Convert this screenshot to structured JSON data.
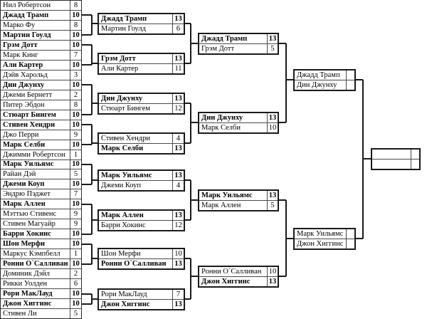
{
  "colors": {
    "line": "#1a1a1a",
    "grid": "#4a4a4a",
    "background": "#ffffff",
    "text": "#000000"
  },
  "bracket": {
    "round1": [
      {
        "name": "Нил Робертсон",
        "score": "8",
        "winner": false
      },
      {
        "name": "Джадд Трамп",
        "score": "10",
        "winner": true
      },
      {
        "name": "Марко Фу",
        "score": "8",
        "winner": false
      },
      {
        "name": "Мартин Гоулд",
        "score": "10",
        "winner": true
      },
      {
        "name": "Грэм Дотт",
        "score": "10",
        "winner": true
      },
      {
        "name": "Марк Кинг",
        "score": "7",
        "winner": false
      },
      {
        "name": "Али Картер",
        "score": "10",
        "winner": true
      },
      {
        "name": "Дэйв Харольд",
        "score": "3",
        "winner": false
      },
      {
        "name": "Дин Джунху",
        "score": "10",
        "winner": true
      },
      {
        "name": "Джеми Бернетт",
        "score": "2",
        "winner": false
      },
      {
        "name": "Питер Эбдон",
        "score": "8",
        "winner": false
      },
      {
        "name": "Стюарт Бингем",
        "score": "10",
        "winner": true
      },
      {
        "name": "Стивен Хендри",
        "score": "10",
        "winner": true
      },
      {
        "name": "Джо Перри",
        "score": "9",
        "winner": false
      },
      {
        "name": "Марк Селби",
        "score": "10",
        "winner": true
      },
      {
        "name": "Джимми Робертсон",
        "score": "1",
        "winner": false
      },
      {
        "name": "Марк Уильямс",
        "score": "10",
        "winner": true
      },
      {
        "name": "Райан Дэй",
        "score": "5",
        "winner": false
      },
      {
        "name": "Джеми Коуп",
        "score": "10",
        "winner": true
      },
      {
        "name": "Эндрю Пэджет",
        "score": "7",
        "winner": false
      },
      {
        "name": "Марк Аллен",
        "score": "10",
        "winner": true
      },
      {
        "name": "Мэттью Стивенс",
        "score": "9",
        "winner": false
      },
      {
        "name": "Стивен Магуайр",
        "score": "9",
        "winner": false
      },
      {
        "name": "Барри Хокинс",
        "score": "10",
        "winner": true
      },
      {
        "name": "Шон Мерфи",
        "score": "10",
        "winner": true
      },
      {
        "name": "Маркус Кэмпбелл",
        "score": "1",
        "winner": false
      },
      {
        "name": "Ронни О`Салливан",
        "score": "10",
        "winner": true
      },
      {
        "name": "Доминик Дэйл",
        "score": "2",
        "winner": false
      },
      {
        "name": "Рикки Уолден",
        "score": "6",
        "winner": false
      },
      {
        "name": "Рори МакЛауд",
        "score": "10",
        "winner": true
      },
      {
        "name": "Джон Хиггинс",
        "score": "10",
        "winner": true
      },
      {
        "name": "Стивен Ли",
        "score": "5",
        "winner": false
      }
    ],
    "round2": [
      [
        {
          "name": "Джадд Трамп",
          "score": "13",
          "winner": true
        },
        {
          "name": "Мартин Гоулд",
          "score": "6",
          "winner": false
        }
      ],
      [
        {
          "name": "Грэм Дотт",
          "score": "13",
          "winner": true
        },
        {
          "name": "Али Картер",
          "score": "11",
          "winner": false
        }
      ],
      [
        {
          "name": "Дин Джунху",
          "score": "13",
          "winner": true
        },
        {
          "name": "Стюарт Бингем",
          "score": "12",
          "winner": false
        }
      ],
      [
        {
          "name": "Стивен Хендри",
          "score": "4",
          "winner": false
        },
        {
          "name": "Марк Селби",
          "score": "13",
          "winner": true
        }
      ],
      [
        {
          "name": "Марк Уильямс",
          "score": "13",
          "winner": true
        },
        {
          "name": "Джеми Коуп",
          "score": "4",
          "winner": false
        }
      ],
      [
        {
          "name": "Марк Аллен",
          "score": "13",
          "winner": true
        },
        {
          "name": "Барри Хокинс",
          "score": "12",
          "winner": false
        }
      ],
      [
        {
          "name": "Шон Мерфи",
          "score": "10",
          "winner": false
        },
        {
          "name": "Ронни О`Салливан",
          "score": "13",
          "winner": true
        }
      ],
      [
        {
          "name": "Рори МакЛауд",
          "score": "7",
          "winner": false
        },
        {
          "name": "Джон Хиггинс",
          "score": "13",
          "winner": true
        }
      ]
    ],
    "quarterfinals": [
      [
        {
          "name": "Джадд Трамп",
          "score": "13",
          "winner": true
        },
        {
          "name": "Грэм Дотт",
          "score": "5",
          "winner": false
        }
      ],
      [
        {
          "name": "Дин Джунху",
          "score": "13",
          "winner": true
        },
        {
          "name": "Марк Селби",
          "score": "10",
          "winner": false
        }
      ],
      [
        {
          "name": "Марк Уильямс",
          "score": "13",
          "winner": true
        },
        {
          "name": "Марк Аллен",
          "score": "5",
          "winner": false
        }
      ],
      [
        {
          "name": "Ронни О`Салливан",
          "score": "10",
          "winner": false
        },
        {
          "name": "Джон Хиггинс",
          "score": "13",
          "winner": true
        }
      ]
    ],
    "semifinals": [
      [
        {
          "name": "Джадд Трамп",
          "score": "",
          "winner": false
        },
        {
          "name": "Дин Джунху",
          "score": "",
          "winner": false
        }
      ],
      [
        {
          "name": "Марк Уильямс",
          "score": "",
          "winner": false
        },
        {
          "name": "Джон Хиггинс",
          "score": "",
          "winner": false
        }
      ]
    ],
    "final": [
      [
        {
          "name": "",
          "score": "",
          "winner": false
        },
        {
          "name": "",
          "score": "",
          "winner": false
        }
      ]
    ]
  }
}
